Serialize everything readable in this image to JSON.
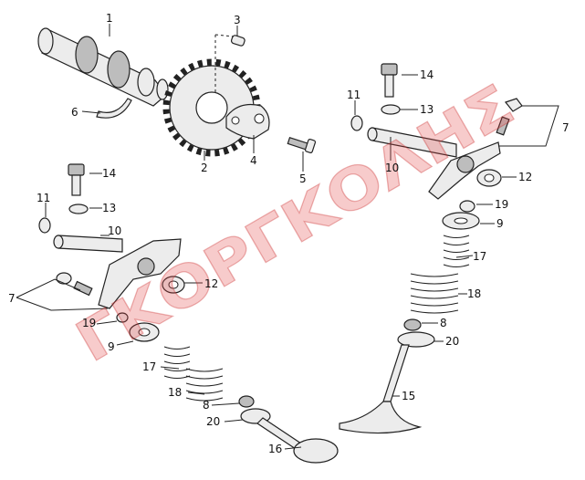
{
  "watermark": "ΓΚΟΡΓΚΟΛΗΣ",
  "labels": [
    "1",
    "2",
    "3",
    "4",
    "5",
    "6",
    "7",
    "8",
    "9",
    "10",
    "11",
    "12",
    "13",
    "14",
    "15",
    "16",
    "17",
    "18",
    "19",
    "20"
  ]
}
